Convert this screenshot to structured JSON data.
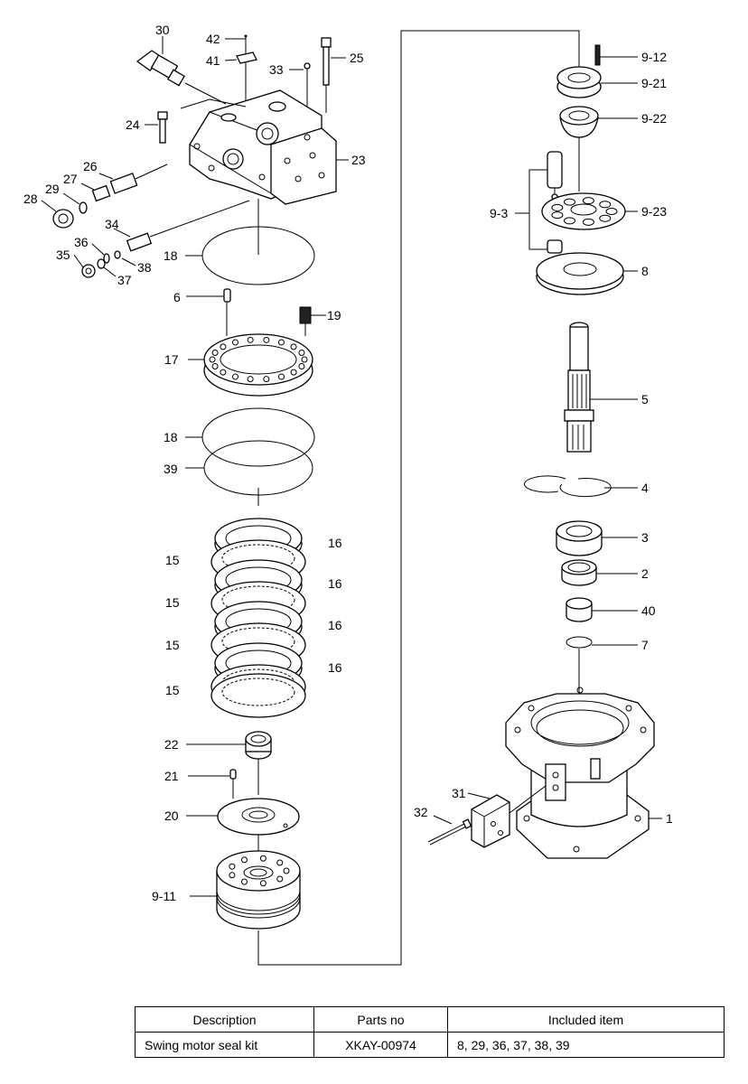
{
  "labels": {
    "p30": "30",
    "p42": "42",
    "p41": "41",
    "p33": "33",
    "p25": "25",
    "p24": "24",
    "p23": "23",
    "p26": "26",
    "p27": "27",
    "p29": "29",
    "p28": "28",
    "p34": "34",
    "p36": "36",
    "p35": "35",
    "p38": "38",
    "p37": "37",
    "p18a": "18",
    "p6": "6",
    "p19": "19",
    "p17": "17",
    "p18b": "18",
    "p39": "39",
    "p16a": "16",
    "p15a": "15",
    "p16b": "16",
    "p15b": "15",
    "p16c": "16",
    "p15c": "15",
    "p16d": "16",
    "p15d": "15",
    "p22": "22",
    "p21": "21",
    "p20": "20",
    "p9_11": "9-11",
    "p9_12": "9-12",
    "p9_21": "9-21",
    "p9_22": "9-22",
    "p9_3": "9-3",
    "p9_23": "9-23",
    "p8": "8",
    "p5": "5",
    "p4": "4",
    "p3": "3",
    "p2": "2",
    "p40": "40",
    "p7": "7",
    "p31": "31",
    "p32": "32",
    "p1": "1"
  },
  "table": {
    "headers": [
      "Description",
      "Parts no",
      "Included item"
    ],
    "rows": [
      [
        "Swing motor seal kit",
        "XKAY-00974",
        "8, 29, 36, 37, 38, 39"
      ]
    ]
  }
}
